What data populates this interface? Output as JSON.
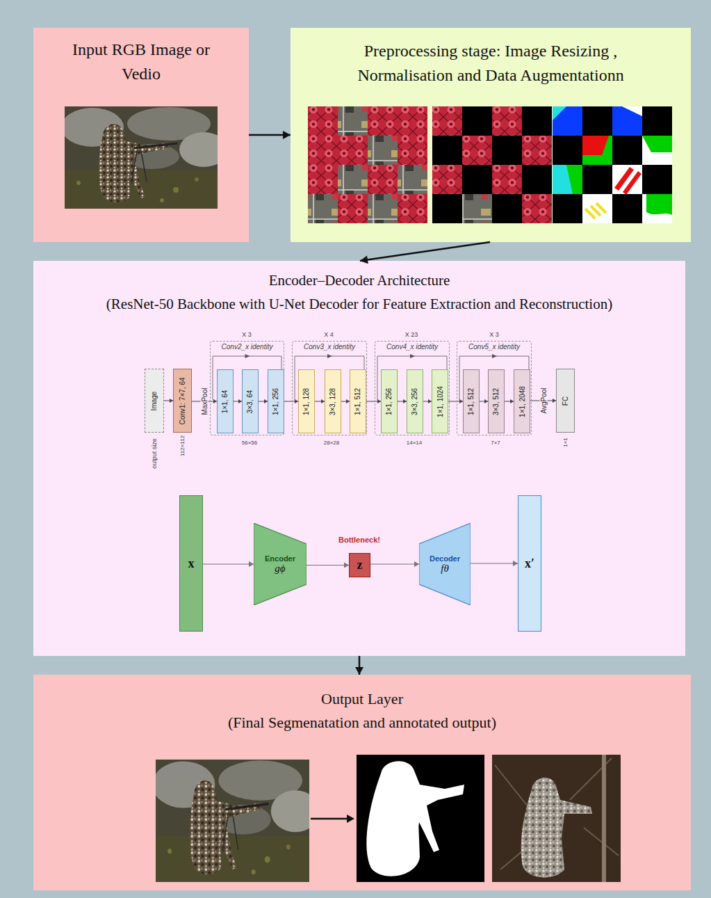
{
  "diagram": {
    "nodes": [
      {
        "text": [
          "Input RGB Image or Vedio"
        ]
      },
      {
        "text": [
          "Preprocessing stage: Image Resizing , Normalisation and Data Augmentationn"
        ]
      },
      {
        "text": [
          "Encoder–Decoder Architecture",
          "(ResNet-50 Backbone with U-Net Decoder for Feature Extraction and Reconstruction)"
        ]
      },
      {
        "text": [
          "Image"
        ],
        "in": 2
      },
      {
        "text": [
          "Conv1: 7×7, 64"
        ],
        "in": 2
      },
      {
        "text": [
          "Conv2_x identity"
        ],
        "in": 2
      },
      {
        "text": [
          "1×1, 64"
        ],
        "in": 5
      },
      {
        "text": [
          "3×3, 64"
        ],
        "in": 5
      },
      {
        "text": [
          "1×1, 256"
        ],
        "in": 5
      },
      {
        "text": [
          "Conv3_x identity"
        ],
        "in": 2
      },
      {
        "text": [
          "1×1, 128"
        ],
        "in": 9
      },
      {
        "text": [
          "3×3, 128"
        ],
        "in": 9
      },
      {
        "text": [
          "1×1, 512"
        ],
        "in": 9
      },
      {
        "text": [
          "Conv4_x identity"
        ],
        "in": 2
      },
      {
        "text": [
          "1×1, 256"
        ],
        "in": 13
      },
      {
        "text": [
          "3×3, 256"
        ],
        "in": 13
      },
      {
        "text": [
          "1×1, 1024"
        ],
        "in": 13
      },
      {
        "text": [
          "Conv5_x identity"
        ],
        "in": 2
      },
      {
        "text": [
          "1×1, 512"
        ],
        "in": 17
      },
      {
        "text": [
          "3×3, 512"
        ],
        "in": 17
      },
      {
        "text": [
          "1×1, 2048"
        ],
        "in": 17
      },
      {
        "text": [
          "FC"
        ],
        "in": 2
      },
      {
        "text": [
          "x"
        ],
        "in": 2
      },
      {
        "text": [
          "Encoder",
          "gϕ"
        ],
        "in": 2
      },
      {
        "text": [
          "z"
        ],
        "in": 2
      },
      {
        "text": [
          "Decoder",
          "fθ"
        ],
        "in": 2
      },
      {
        "text": [
          "x′"
        ],
        "in": 2
      },
      {
        "text": [
          "Output Layer",
          "(Final Segmenatation and annotated output)"
        ]
      }
    ],
    "edges": [
      {
        "from": 0,
        "to": 1,
        "arrow": "to"
      },
      {
        "from": 1,
        "to": 2,
        "arrow": "to"
      },
      {
        "from": 2,
        "to": 27,
        "arrow": "to"
      },
      {
        "from": 3,
        "to": 4,
        "arrow": "to"
      },
      {
        "from": 4,
        "to": 6,
        "label": "MaxPool",
        "arrow": "to"
      },
      {
        "from": 6,
        "to": 7,
        "arrow": "to"
      },
      {
        "from": 7,
        "to": 8,
        "arrow": "to"
      },
      {
        "from": 8,
        "to": 10,
        "arrow": "to"
      },
      {
        "from": 10,
        "to": 11,
        "arrow": "to"
      },
      {
        "from": 11,
        "to": 12,
        "arrow": "to"
      },
      {
        "from": 12,
        "to": 14,
        "arrow": "to"
      },
      {
        "from": 14,
        "to": 15,
        "arrow": "to"
      },
      {
        "from": 15,
        "to": 16,
        "arrow": "to"
      },
      {
        "from": 16,
        "to": 18,
        "arrow": "to"
      },
      {
        "from": 18,
        "to": 19,
        "arrow": "to"
      },
      {
        "from": 19,
        "to": 20,
        "arrow": "to"
      },
      {
        "from": 20,
        "to": 21,
        "label": "AvgPool",
        "arrow": "to"
      },
      {
        "from": 22,
        "to": 23,
        "arrow": "to"
      },
      {
        "from": 23,
        "to": 24,
        "arrow": "to"
      },
      {
        "from": 24,
        "to": 25,
        "arrow": "to"
      },
      {
        "from": 25,
        "to": 26,
        "arrow": "to"
      }
    ],
    "labels": [
      "X 3",
      "X 4",
      "X 23",
      "X 3",
      "output size",
      "112×112",
      "56×56",
      "28×28",
      "14×14",
      "7×7",
      "1×1",
      "Bottleneck!"
    ]
  }
}
